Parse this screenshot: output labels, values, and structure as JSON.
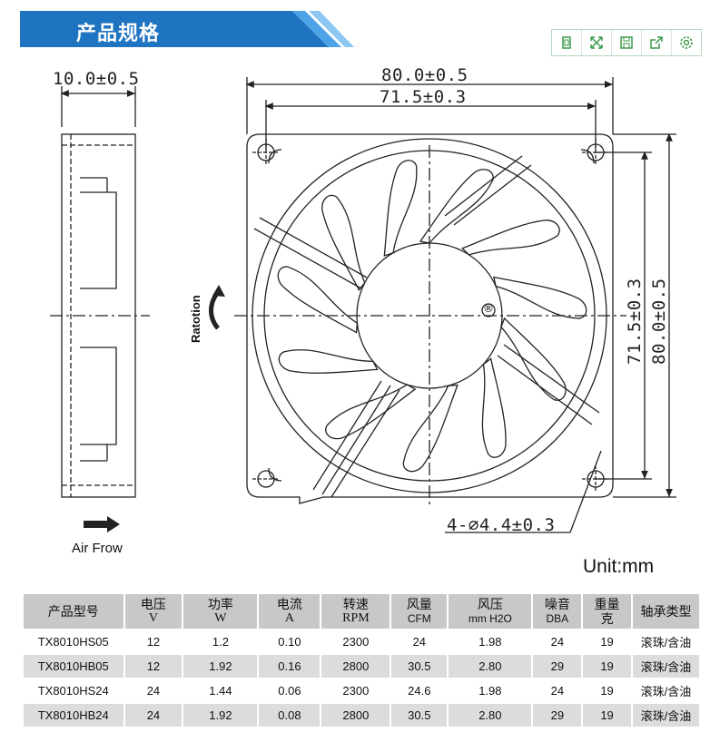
{
  "header": {
    "title": "产品规格",
    "accent": "#1e73be"
  },
  "toolbar": {
    "icons": [
      "copy-icon",
      "fullscreen-icon",
      "save-icon",
      "share-icon",
      "settings-icon"
    ]
  },
  "drawing": {
    "side_width": "10.0±0.5",
    "frame_width": "80.0±0.5",
    "hole_pitch": "71.5±0.3",
    "hole_pitch_v": "71.5±0.3",
    "frame_height": "80.0±0.5",
    "hole_dia": "4-⌀4.4±0.3",
    "rotation_label": "Ratotion",
    "airflow_label": "Air Frow",
    "unit": "Unit:mm",
    "registered_mark": "®"
  },
  "table": {
    "headers": [
      {
        "main": "产品型号",
        "sub": ""
      },
      {
        "main": "电压",
        "sub": "V"
      },
      {
        "main": "功率",
        "sub": "W"
      },
      {
        "main": "电流",
        "sub": "A"
      },
      {
        "main": "转速",
        "sub": "RPM"
      },
      {
        "main": "风量",
        "sub": "CFM"
      },
      {
        "main": "风压",
        "sub": "mm H2O"
      },
      {
        "main": "噪音",
        "sub": "DBA"
      },
      {
        "main": "重量",
        "sub": "克"
      },
      {
        "main": "轴承类型",
        "sub": ""
      }
    ],
    "rows": [
      [
        "TX8010HS05",
        "12",
        "1.2",
        "0.10",
        "2300",
        "24",
        "1.98",
        "24",
        "19",
        "滚珠/含油"
      ],
      [
        "TX8010HB05",
        "12",
        "1.92",
        "0.16",
        "2800",
        "30.5",
        "2.80",
        "29",
        "19",
        "滚珠/含油"
      ],
      [
        "TX8010HS24",
        "24",
        "1.44",
        "0.06",
        "2300",
        "24.6",
        "1.98",
        "24",
        "19",
        "滚珠/含油"
      ],
      [
        "TX8010HB24",
        "24",
        "1.92",
        "0.08",
        "2800",
        "30.5",
        "2.80",
        "29",
        "19",
        "滚珠/含油"
      ]
    ]
  }
}
